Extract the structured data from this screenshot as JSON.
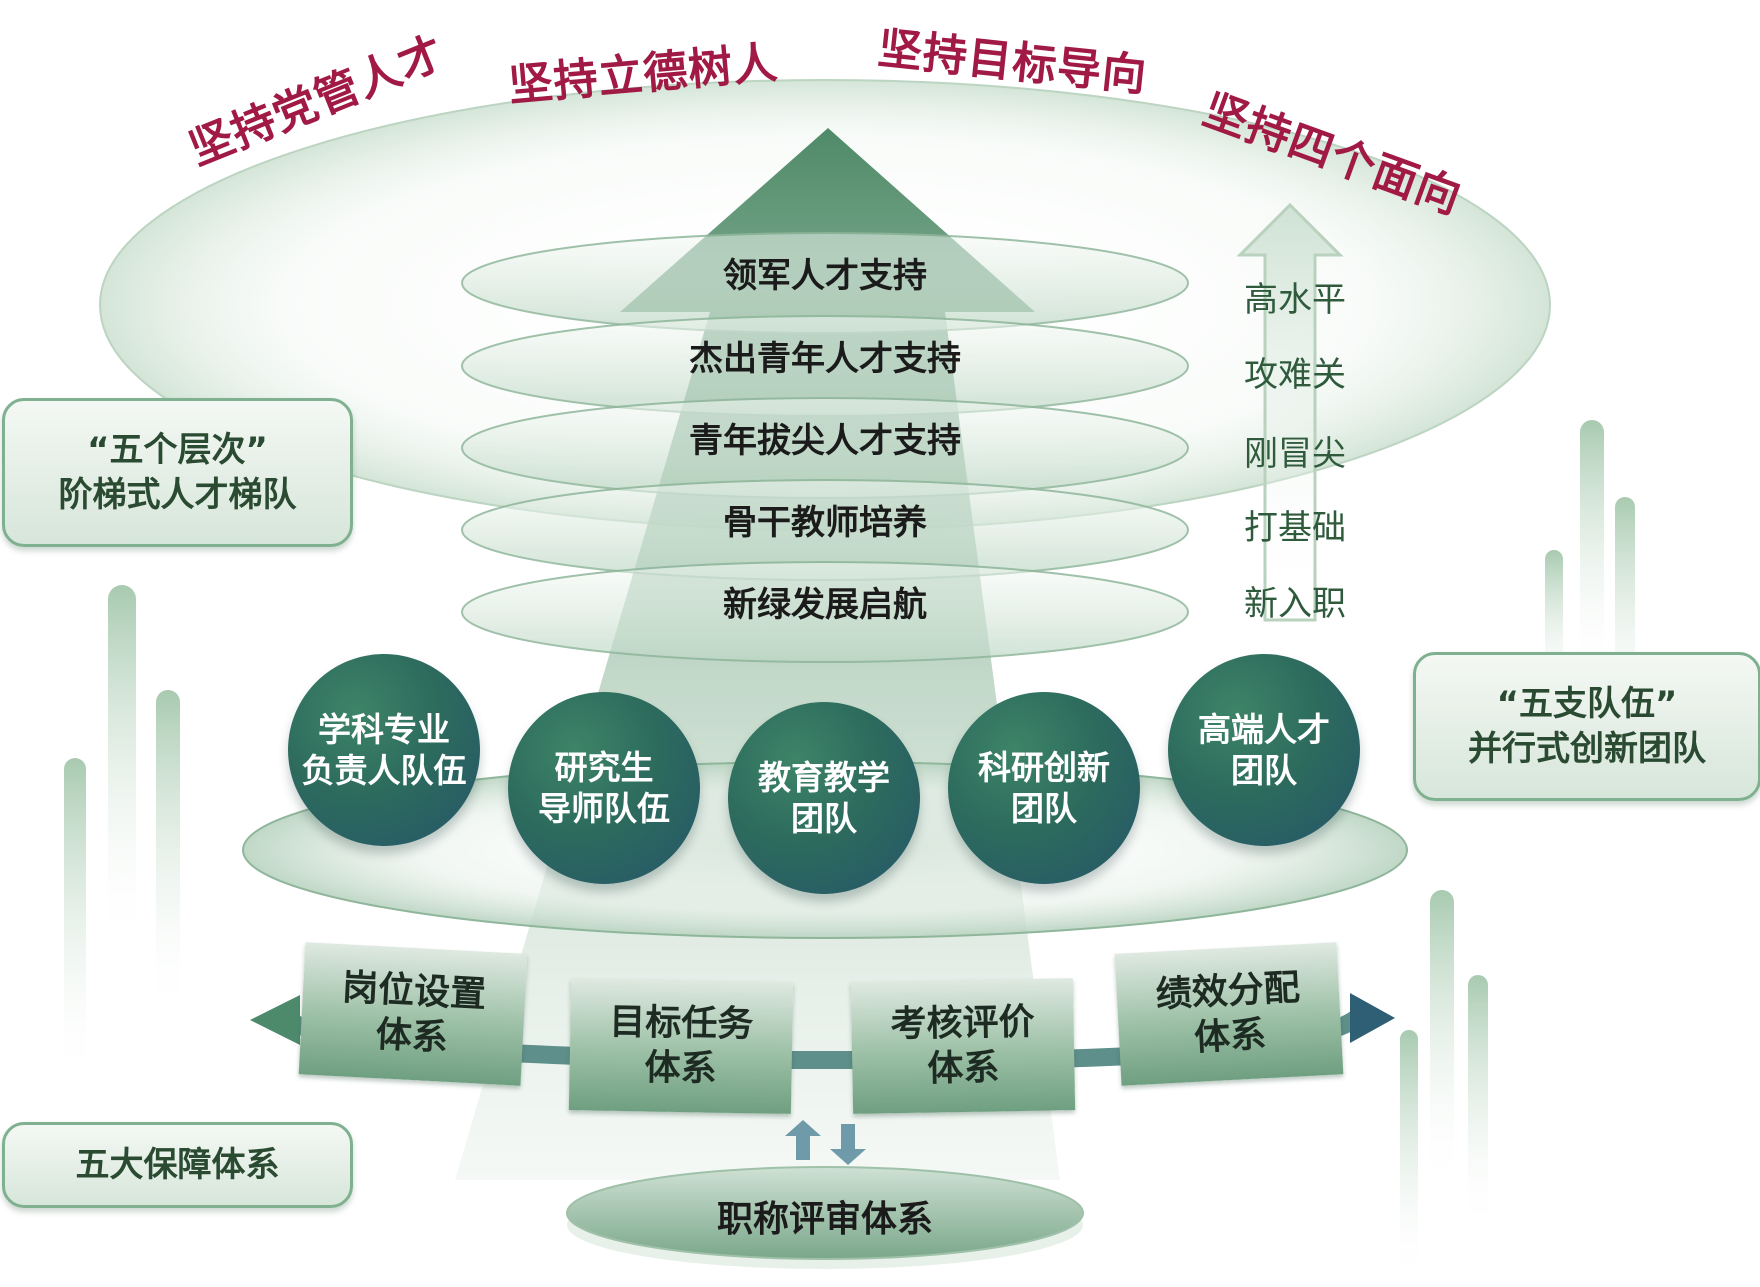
{
  "principles": [
    "坚持党管人才",
    "坚持立德树人",
    "坚持目标导向",
    "坚持四个面向"
  ],
  "levels": [
    {
      "label": "领军人才支持",
      "side": "高水平"
    },
    {
      "label": "杰出青年人才支持",
      "side": "攻难关"
    },
    {
      "label": "青年拔尖人才支持",
      "side": "刚冒尖"
    },
    {
      "label": "骨干教师培养",
      "side": "打基础"
    },
    {
      "label": "新绿发展启航",
      "side": "新入职"
    }
  ],
  "left_box": {
    "line1": "“五个层次”",
    "line2": "阶梯式人才梯队"
  },
  "right_box": {
    "line1": "“五支队伍”",
    "line2": "并行式创新团队"
  },
  "bottom_box": {
    "label": "五大保障体系"
  },
  "teams": [
    {
      "line1": "学科专业",
      "line2": "负责人队伍"
    },
    {
      "line1": "研究生",
      "line2": "导师队伍"
    },
    {
      "line1": "教育教学",
      "line2": "团队"
    },
    {
      "line1": "科研创新",
      "line2": "团队"
    },
    {
      "line1": "高端人才",
      "line2": "团队"
    }
  ],
  "systems": [
    {
      "line1": "岗位设置",
      "line2": "体系"
    },
    {
      "line1": "目标任务",
      "line2": "体系"
    },
    {
      "line1": "考核评价",
      "line2": "体系"
    },
    {
      "line1": "绩效分配",
      "line2": "体系"
    }
  ],
  "title_system": {
    "label": "职称评审体系"
  },
  "colors": {
    "principle_text": "#a11a45",
    "arrow_green": "#4f8a68",
    "team_circle": "#2d6b5d",
    "box_border": "#7fb08f",
    "level_side_text": "#2f5b3c"
  }
}
